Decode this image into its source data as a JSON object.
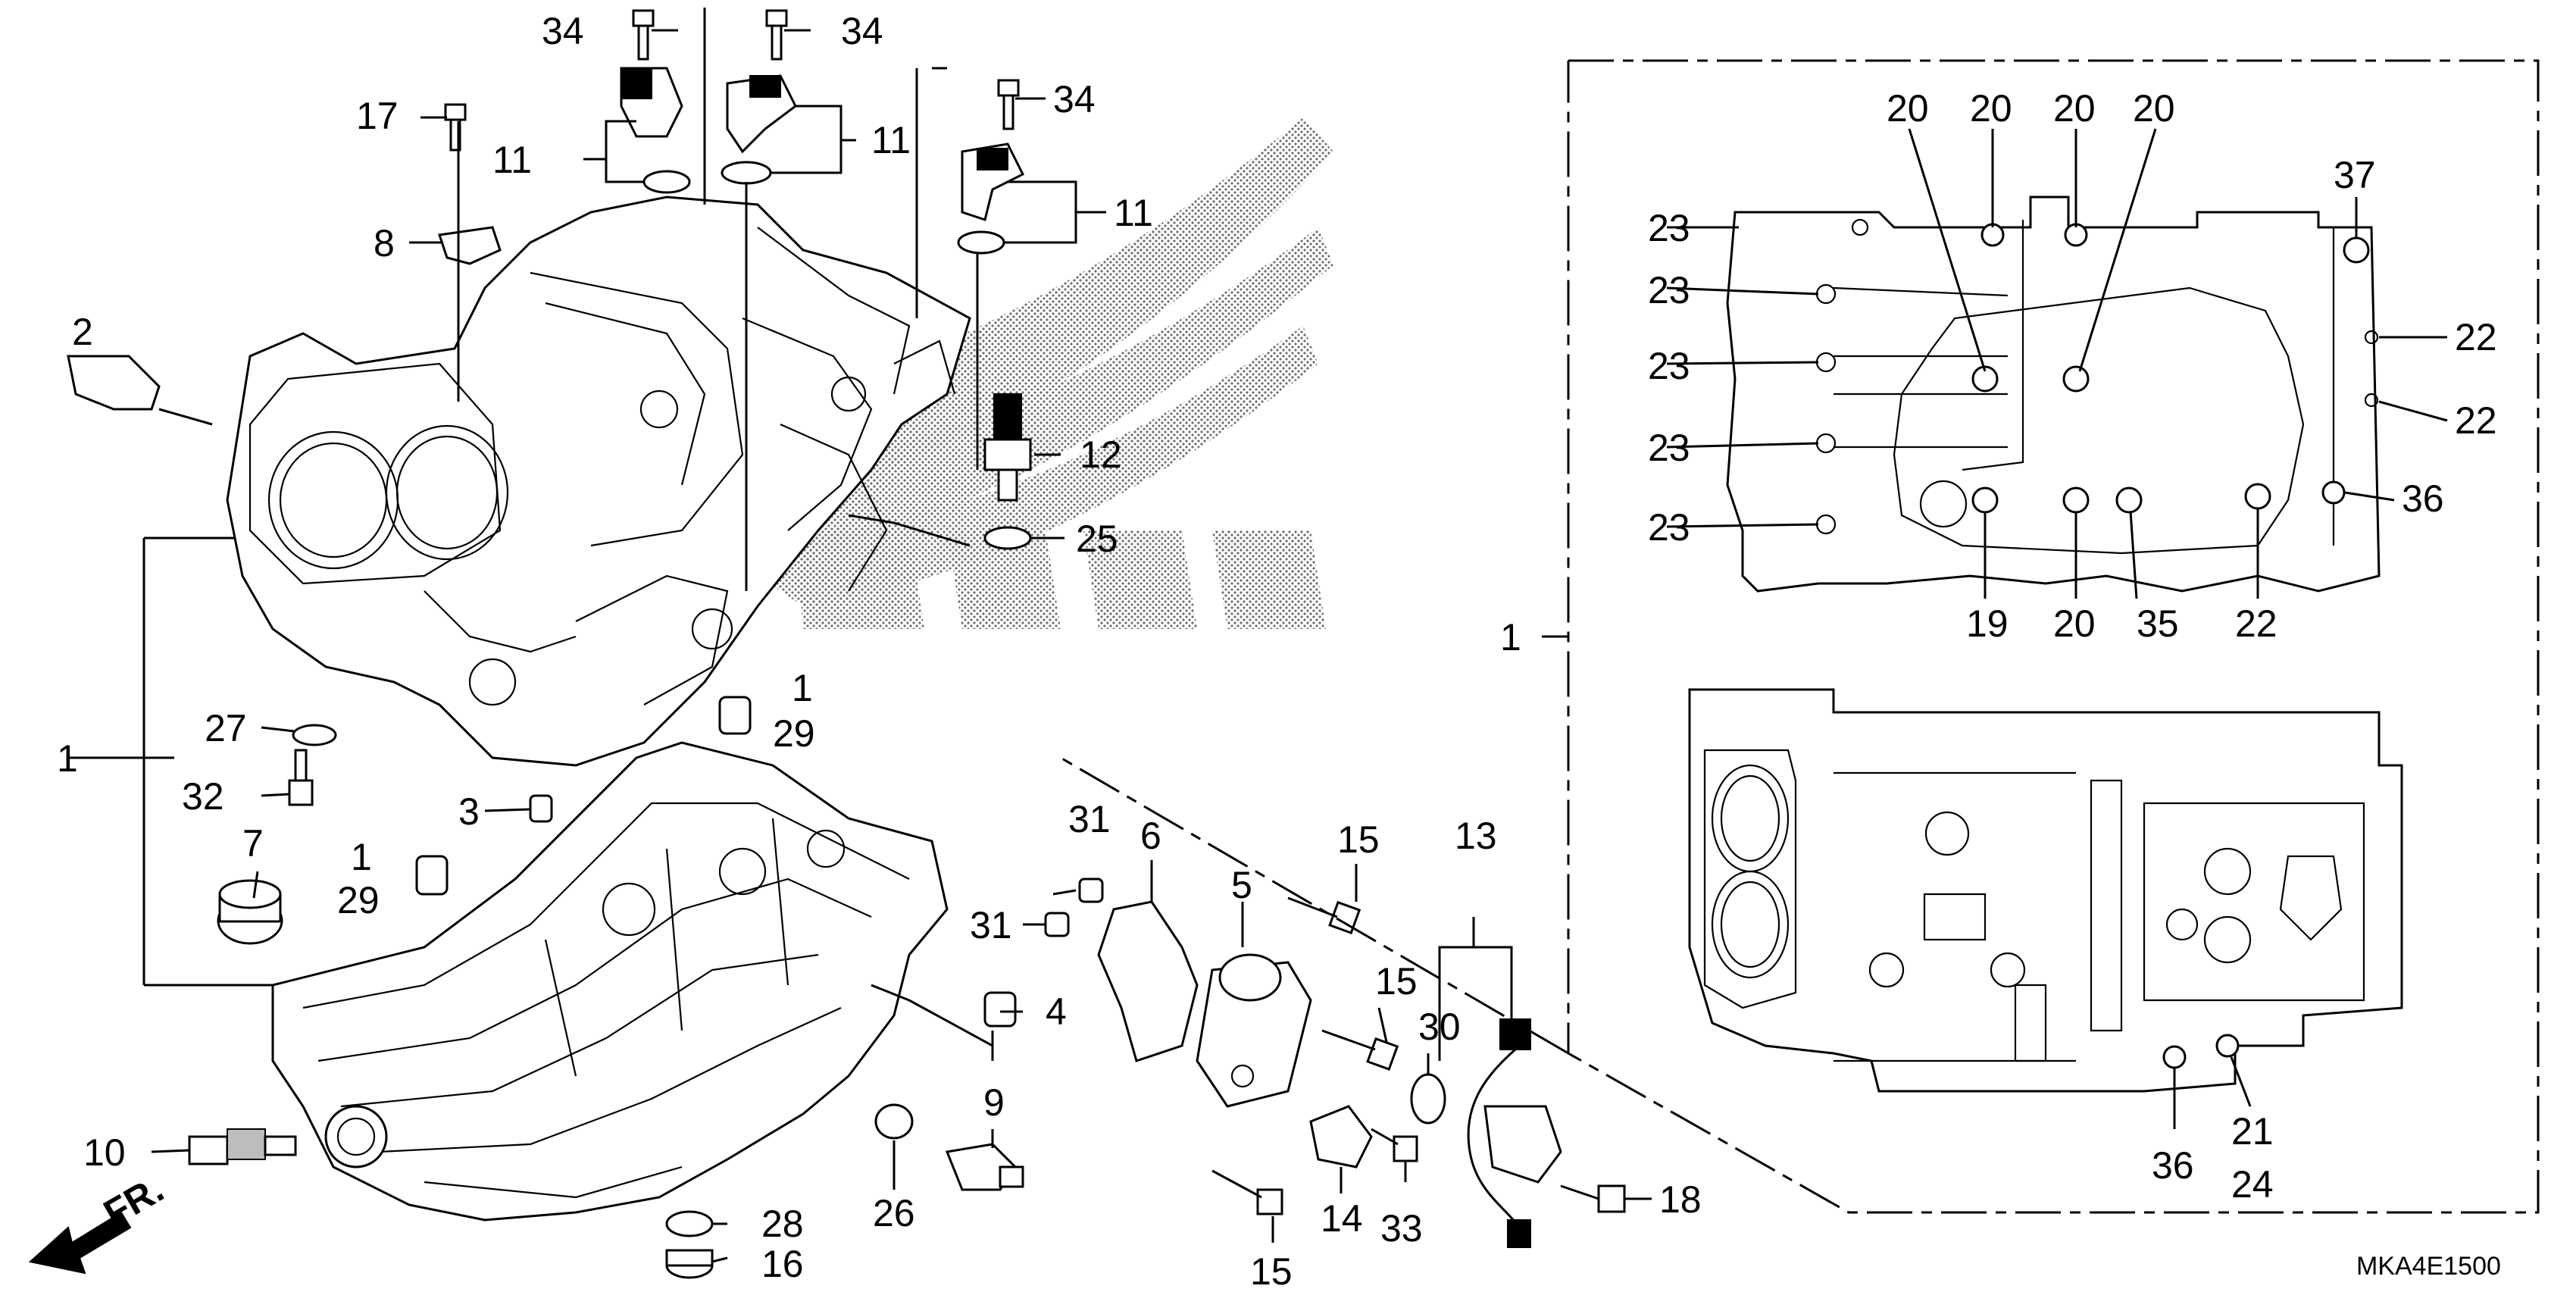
{
  "diagram_code": "MKA4E1500",
  "front_marker": "FR.",
  "callouts": {
    "c34a": "34",
    "c34b": "34",
    "c34c": "34",
    "c17": "17",
    "c11a": "11",
    "c11b": "11",
    "c11c": "11",
    "c8": "8",
    "c2": "2",
    "c12": "12",
    "c25": "25",
    "c1a": "1",
    "c1b": "1",
    "c1c": "1",
    "c1d": "1",
    "c27": "27",
    "c32": "32",
    "c3": "3",
    "c29a": "29",
    "c29b": "29",
    "c7": "7",
    "c10": "10",
    "c31a": "31",
    "c31b": "31",
    "c6": "6",
    "c5": "5",
    "c15a": "15",
    "c15b": "15",
    "c15c": "15",
    "c13": "13",
    "c4": "4",
    "c30": "30",
    "c9": "9",
    "c26": "26",
    "c14": "14",
    "c33": "33",
    "c18": "18",
    "c28": "28",
    "c16": "16",
    "d20a": "20",
    "d20b": "20",
    "d20c": "20",
    "d20d": "20",
    "d23a": "23",
    "d23b": "23",
    "d23c": "23",
    "d23d": "23",
    "d23e": "23",
    "d37": "37",
    "d22a": "22",
    "d22b": "22",
    "d36a": "36",
    "d19": "19",
    "d20e": "20",
    "d35": "35",
    "d22c": "22",
    "d36b": "36",
    "d21": "21",
    "d24": "24"
  }
}
